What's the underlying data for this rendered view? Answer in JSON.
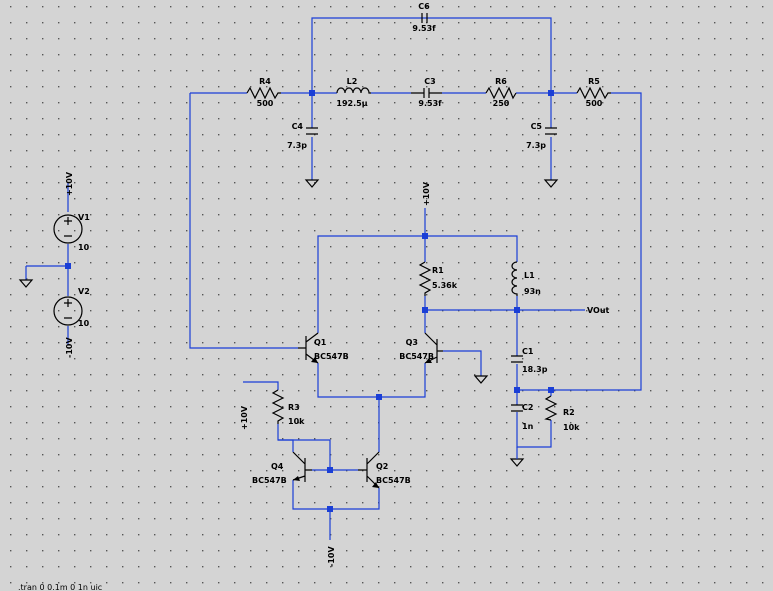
{
  "colors": {
    "background": "#d4d4d4",
    "wire": "#1b3fd6",
    "component": "#000000",
    "grid_dot": "#555555"
  },
  "components": {
    "C6": {
      "name": "C6",
      "value": "9.53f"
    },
    "R4": {
      "name": "R4",
      "value": "500"
    },
    "L2": {
      "name": "L2",
      "value": "192.5µ"
    },
    "C3": {
      "name": "C3",
      "value": "9.53f"
    },
    "R6": {
      "name": "R6",
      "value": "250"
    },
    "R5": {
      "name": "R5",
      "value": "500"
    },
    "C4": {
      "name": "C4",
      "value": "7.3p"
    },
    "C5": {
      "name": "C5",
      "value": "7.3p"
    },
    "V1": {
      "name": "V1",
      "value": "10"
    },
    "V2": {
      "name": "V2",
      "value": "10"
    },
    "R1": {
      "name": "R1",
      "value": "5.36k"
    },
    "L1": {
      "name": "L1",
      "value": "93n"
    },
    "Q1": {
      "name": "Q1",
      "value": "BC547B"
    },
    "Q3": {
      "name": "Q3",
      "value": "BC547B"
    },
    "C1": {
      "name": "C1",
      "value": "18.3p"
    },
    "R3": {
      "name": "R3",
      "value": "10k"
    },
    "C2": {
      "name": "C2",
      "value": "1n"
    },
    "R2": {
      "name": "R2",
      "value": "10k"
    },
    "Q4": {
      "name": "Q4",
      "value": "BC547B"
    },
    "Q2": {
      "name": "Q2",
      "value": "BC547B"
    }
  },
  "net_labels": {
    "vpos_top": "+10V",
    "vpos_mid": "+10V",
    "vpos_left": "+10V",
    "vneg_left": "-10V",
    "vneg_bottom": "-10V",
    "vout": "VOut"
  },
  "directive": ".tran 0 0.1m 0 1n uic"
}
